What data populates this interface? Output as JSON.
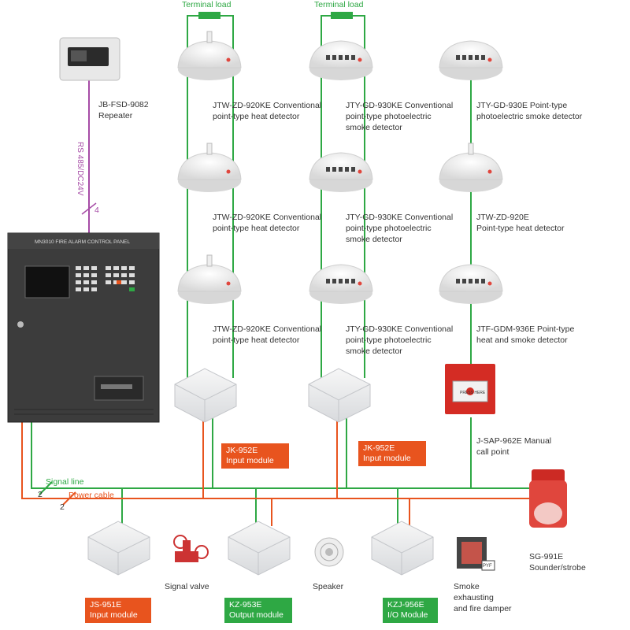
{
  "terminal_load_left": "Terminal load",
  "terminal_load_mid": "Terminal load",
  "repeater": {
    "line1": "JB-FSD-9082",
    "line2": "Repeater"
  },
  "rs485": "RS 485/DC24V",
  "rs485_count": "4",
  "panel_title": "MN3010 FIRE ALARM CONTROL PANEL",
  "detectors": {
    "c1r1": [
      "JTW-ZD-920KE Conventional",
      "point-type heat detector"
    ],
    "c1r2": [
      "JTW-ZD-920KE Conventional",
      "point-type heat detector"
    ],
    "c1r3": [
      "JTW-ZD-920KE Conventional",
      "point-type heat detector"
    ],
    "c2r1": [
      "JTY-GD-930KE Conventional",
      "point-type photoelectric",
      "smoke detector"
    ],
    "c2r2": [
      "JTY-GD-930KE Conventional",
      "point-type photoelectric",
      "smoke detector"
    ],
    "c2r3": [
      "JTY-GD-930KE Conventional",
      "point-type photoelectric",
      "smoke detector"
    ],
    "c3r1": [
      "JTY-GD-930E Point-type",
      "photoelectric smoke detector"
    ],
    "c3r2": [
      "JTW-ZD-920E",
      "Point-type heat detector"
    ],
    "c3r3": [
      "JTF-GDM-936E Point-type",
      "heat and smoke detector"
    ]
  },
  "call_point": {
    "line1": "J-SAP-962E Manual",
    "line2": "call point"
  },
  "call_point_text": {
    "top": "PRESS HERE"
  },
  "modules": {
    "jk1": {
      "line1": "JK-952E",
      "line2": "Input module"
    },
    "jk2": {
      "line1": "JK-952E",
      "line2": "Input module"
    },
    "js": {
      "line1": "JS-951E",
      "line2": "Input module"
    },
    "kz953": {
      "line1": "KZ-953E",
      "line2": "Output module"
    },
    "kzj": {
      "line1": "KZJ-956E",
      "line2": "I/O Module"
    }
  },
  "signal_line": "Signal line",
  "signal_count": "2",
  "power_cable": "Power cable",
  "power_count": "2",
  "signal_valve": "Signal valve",
  "speaker": "Speaker",
  "smoke_exhaust": [
    "Smoke",
    "exhausting",
    "and fire damper"
  ],
  "damper_badge": "PYF",
  "sounder": {
    "line1": "SG-991E",
    "line2": "Sounder/strobe"
  },
  "colors": {
    "signal": "#2ea844",
    "power": "#e8541e",
    "rs485": "#a64ca6",
    "panel": "#3c3c3c"
  }
}
